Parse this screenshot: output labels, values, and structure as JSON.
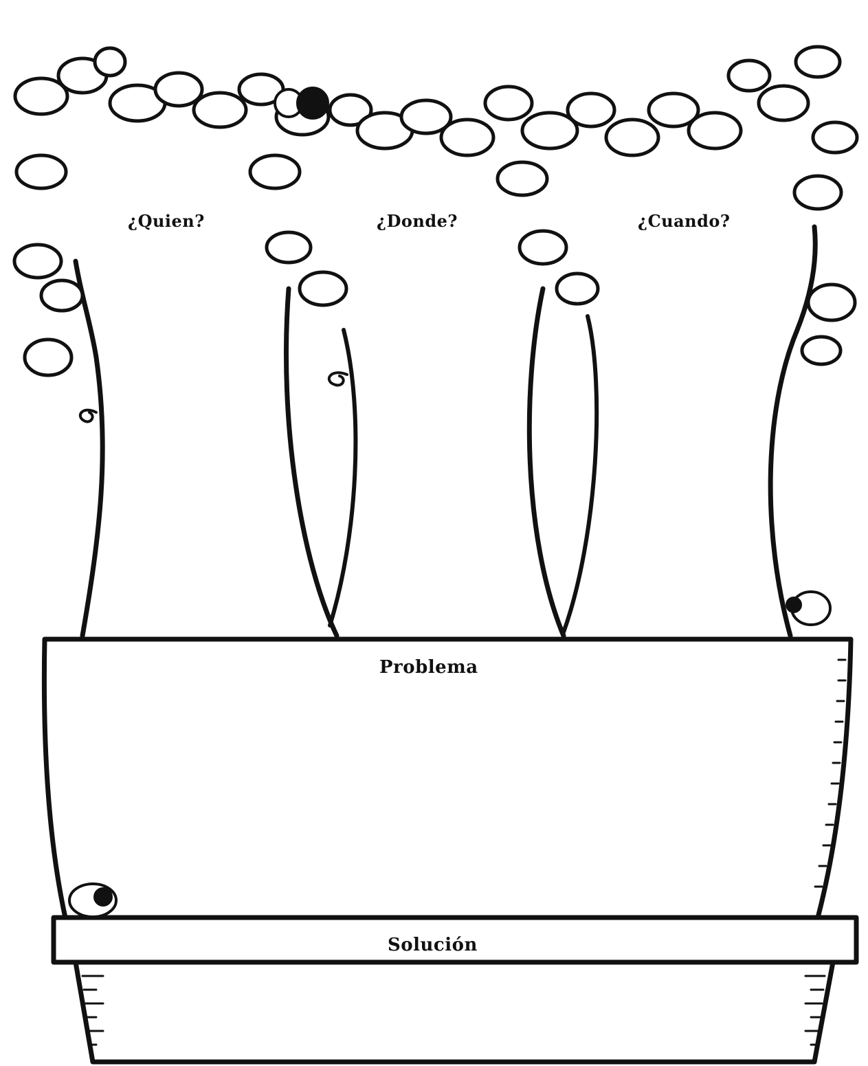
{
  "worksheet": {
    "questions": [
      {
        "label": "¿Quien?"
      },
      {
        "label": "¿Donde?"
      },
      {
        "label": "¿Cuando?"
      }
    ],
    "pot": {
      "problem_label": "Problema",
      "solution_label": "Solución"
    }
  },
  "colors": {
    "ink": "#111111",
    "paper": "#ffffff"
  }
}
